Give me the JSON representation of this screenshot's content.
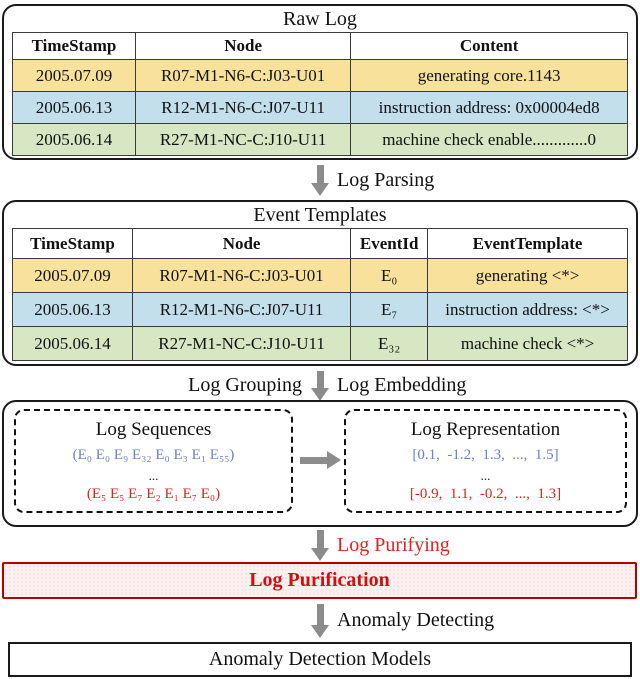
{
  "raw_log": {
    "title": "Raw Log",
    "headers": [
      "TimeStamp",
      "Node",
      "Content"
    ],
    "rows": [
      {
        "timestamp": "2005.07.09",
        "node": "R07-M1-N6-C:J03-U01",
        "content": "generating core.1143"
      },
      {
        "timestamp": "2005.06.13",
        "node": "R12-M1-N6-C:J07-U11",
        "content": "instruction address: 0x00004ed8"
      },
      {
        "timestamp": "2005.06.14",
        "node": "R27-M1-NC-C:J10-U11",
        "content": "machine check enable.............0"
      }
    ]
  },
  "event_templates": {
    "title": "Event Templates",
    "headers": [
      "TimeStamp",
      "Node",
      "EventId",
      "EventTemplate"
    ],
    "rows": [
      {
        "timestamp": "2005.07.09",
        "node": "R07-M1-N6-C:J03-U01",
        "event_id": "E₀",
        "template": "generating <*>"
      },
      {
        "timestamp": "2005.06.13",
        "node": "R12-M1-N6-C:J07-U11",
        "event_id": "E₇",
        "template": "instruction address: <*>"
      },
      {
        "timestamp": "2005.06.14",
        "node": "R27-M1-NC-C:J10-U11",
        "event_id": "E₃₂",
        "template": "machine check <*>"
      }
    ]
  },
  "flow_labels": {
    "parsing": "Log Parsing",
    "grouping": "Log Grouping",
    "embedding": "Log Embedding",
    "purifying": "Log Purifying",
    "detecting": "Anomaly Detecting"
  },
  "log_sequences": {
    "title": "Log Sequences",
    "normal_sequence": "(E₀ E₀ E₉ E₃₂ E₀ E₃ E₁ E₅₅)",
    "ellipsis": "...",
    "anomalous_sequence": "(E₅ E₅ E₇ E₂ E₁ E₇ E₀)"
  },
  "log_representation": {
    "title": "Log Representation",
    "normal_vector": "[0.1,  -1.2,  1.3,  ...,  1.5]",
    "ellipsis": "...",
    "anomalous_vector": "[-0.9,  1.1,  -0.2,  ...,  1.3]"
  },
  "purification": {
    "label": "Log Purification"
  },
  "models": {
    "label": "Anomaly Detection Models"
  },
  "colors": {
    "row_yellow": "#F8E19A",
    "row_blue": "#C2DFEB",
    "row_green": "#D7E7C3",
    "arrow_gray": "#8C8C8C",
    "sequence_blue": "#6E80C6",
    "sequence_red": "#E02222",
    "purification_red": "#CC1111",
    "purification_border": "#B40000"
  }
}
